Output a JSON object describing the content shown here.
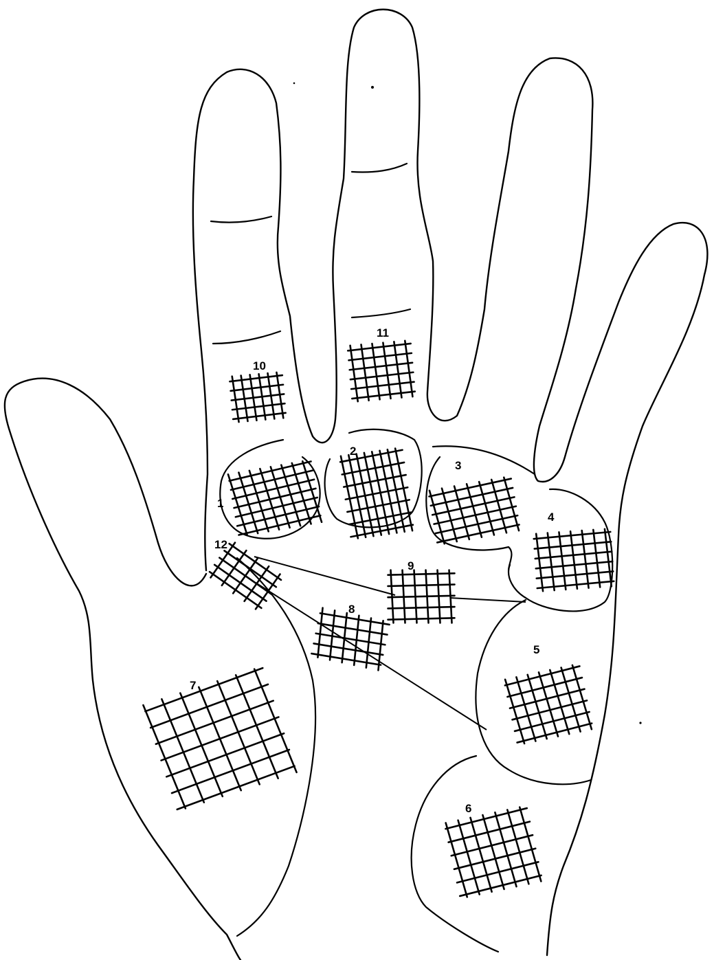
{
  "figure": {
    "description_labels": [
      "1",
      "2",
      "3",
      "4",
      "5",
      "6",
      "7",
      "8",
      "9",
      "10",
      "11",
      "12"
    ]
  },
  "regions": [
    {
      "id": "1",
      "label": "1"
    },
    {
      "id": "2",
      "label": "2"
    },
    {
      "id": "3",
      "label": "3"
    },
    {
      "id": "4",
      "label": "4"
    },
    {
      "id": "5",
      "label": "5"
    },
    {
      "id": "6",
      "label": "6"
    },
    {
      "id": "7",
      "label": "7"
    },
    {
      "id": "8",
      "label": "8"
    },
    {
      "id": "9",
      "label": "9"
    },
    {
      "id": "10",
      "label": "10"
    },
    {
      "id": "11",
      "label": "11"
    },
    {
      "id": "12",
      "label": "12"
    }
  ],
  "colors": {
    "stroke": "#000000",
    "background": "#ffffff"
  }
}
